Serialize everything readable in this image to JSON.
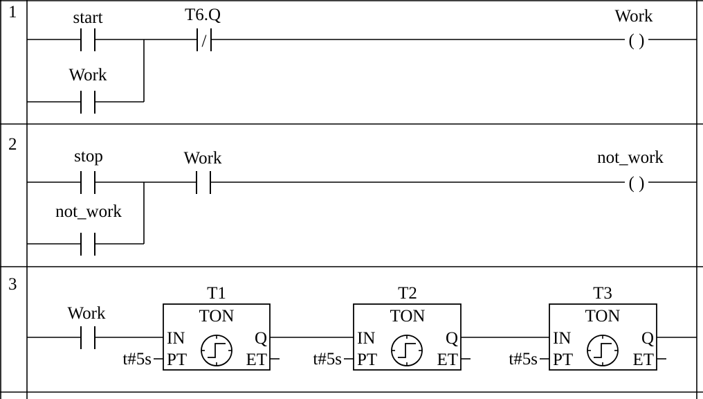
{
  "rungs": [
    {
      "number": "1",
      "contact_start": "start",
      "contact_t6q": "T6.Q",
      "contact_work_branch": "Work",
      "coil": "Work"
    },
    {
      "number": "2",
      "contact_stop": "stop",
      "contact_work": "Work",
      "contact_not_work_branch": "not_work",
      "coil": "not_work"
    },
    {
      "number": "3",
      "contact_work": "Work",
      "timers": [
        {
          "instance": "T1",
          "type": "TON",
          "in": "IN",
          "pt": "PT",
          "q": "Q",
          "et": "ET",
          "preset": "t#5s"
        },
        {
          "instance": "T2",
          "type": "TON",
          "in": "IN",
          "pt": "PT",
          "q": "Q",
          "et": "ET",
          "preset": "t#5s"
        },
        {
          "instance": "T3",
          "type": "TON",
          "in": "IN",
          "pt": "PT",
          "q": "Q",
          "et": "ET",
          "preset": "t#5s"
        }
      ]
    }
  ],
  "coil_symbol": "( )",
  "nc_symbol": "/"
}
